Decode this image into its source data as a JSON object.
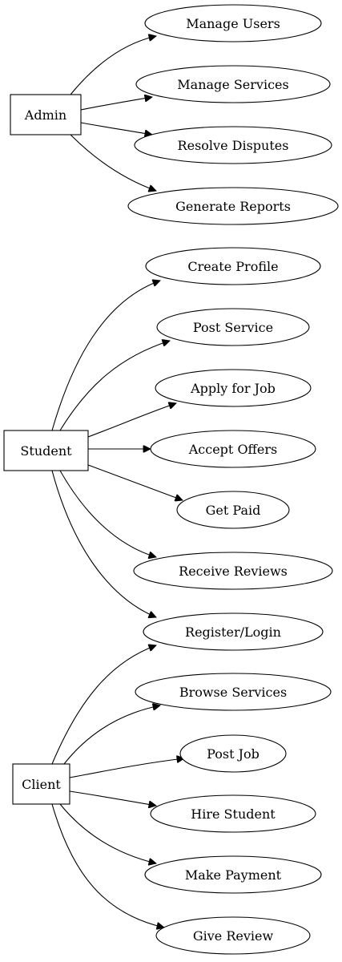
{
  "actors": [
    {
      "id": "admin",
      "label": "Admin"
    },
    {
      "id": "student",
      "label": "Student"
    },
    {
      "id": "client",
      "label": "Client"
    }
  ],
  "use_cases": [
    {
      "id": "manage-users",
      "label": "Manage Users"
    },
    {
      "id": "manage-services",
      "label": "Manage Services"
    },
    {
      "id": "resolve-disputes",
      "label": "Resolve Disputes"
    },
    {
      "id": "generate-reports",
      "label": "Generate Reports"
    },
    {
      "id": "create-profile",
      "label": "Create Profile"
    },
    {
      "id": "post-service",
      "label": "Post Service"
    },
    {
      "id": "apply-for-job",
      "label": "Apply for Job"
    },
    {
      "id": "accept-offers",
      "label": "Accept Offers"
    },
    {
      "id": "get-paid",
      "label": "Get Paid"
    },
    {
      "id": "receive-reviews",
      "label": "Receive Reviews"
    },
    {
      "id": "register-login",
      "label": "Register/Login"
    },
    {
      "id": "browse-services",
      "label": "Browse Services"
    },
    {
      "id": "post-job",
      "label": "Post Job"
    },
    {
      "id": "hire-student",
      "label": "Hire Student"
    },
    {
      "id": "make-payment",
      "label": "Make Payment"
    },
    {
      "id": "give-review",
      "label": "Give Review"
    }
  ],
  "edges": [
    {
      "from": "admin",
      "to": "manage-users"
    },
    {
      "from": "admin",
      "to": "manage-services"
    },
    {
      "from": "admin",
      "to": "resolve-disputes"
    },
    {
      "from": "admin",
      "to": "generate-reports"
    },
    {
      "from": "student",
      "to": "create-profile"
    },
    {
      "from": "student",
      "to": "post-service"
    },
    {
      "from": "student",
      "to": "apply-for-job"
    },
    {
      "from": "student",
      "to": "accept-offers"
    },
    {
      "from": "student",
      "to": "get-paid"
    },
    {
      "from": "student",
      "to": "receive-reviews"
    },
    {
      "from": "student",
      "to": "register-login"
    },
    {
      "from": "client",
      "to": "register-login"
    },
    {
      "from": "client",
      "to": "browse-services"
    },
    {
      "from": "client",
      "to": "post-job"
    },
    {
      "from": "client",
      "to": "hire-student"
    },
    {
      "from": "client",
      "to": "make-payment"
    },
    {
      "from": "client",
      "to": "give-review"
    }
  ]
}
